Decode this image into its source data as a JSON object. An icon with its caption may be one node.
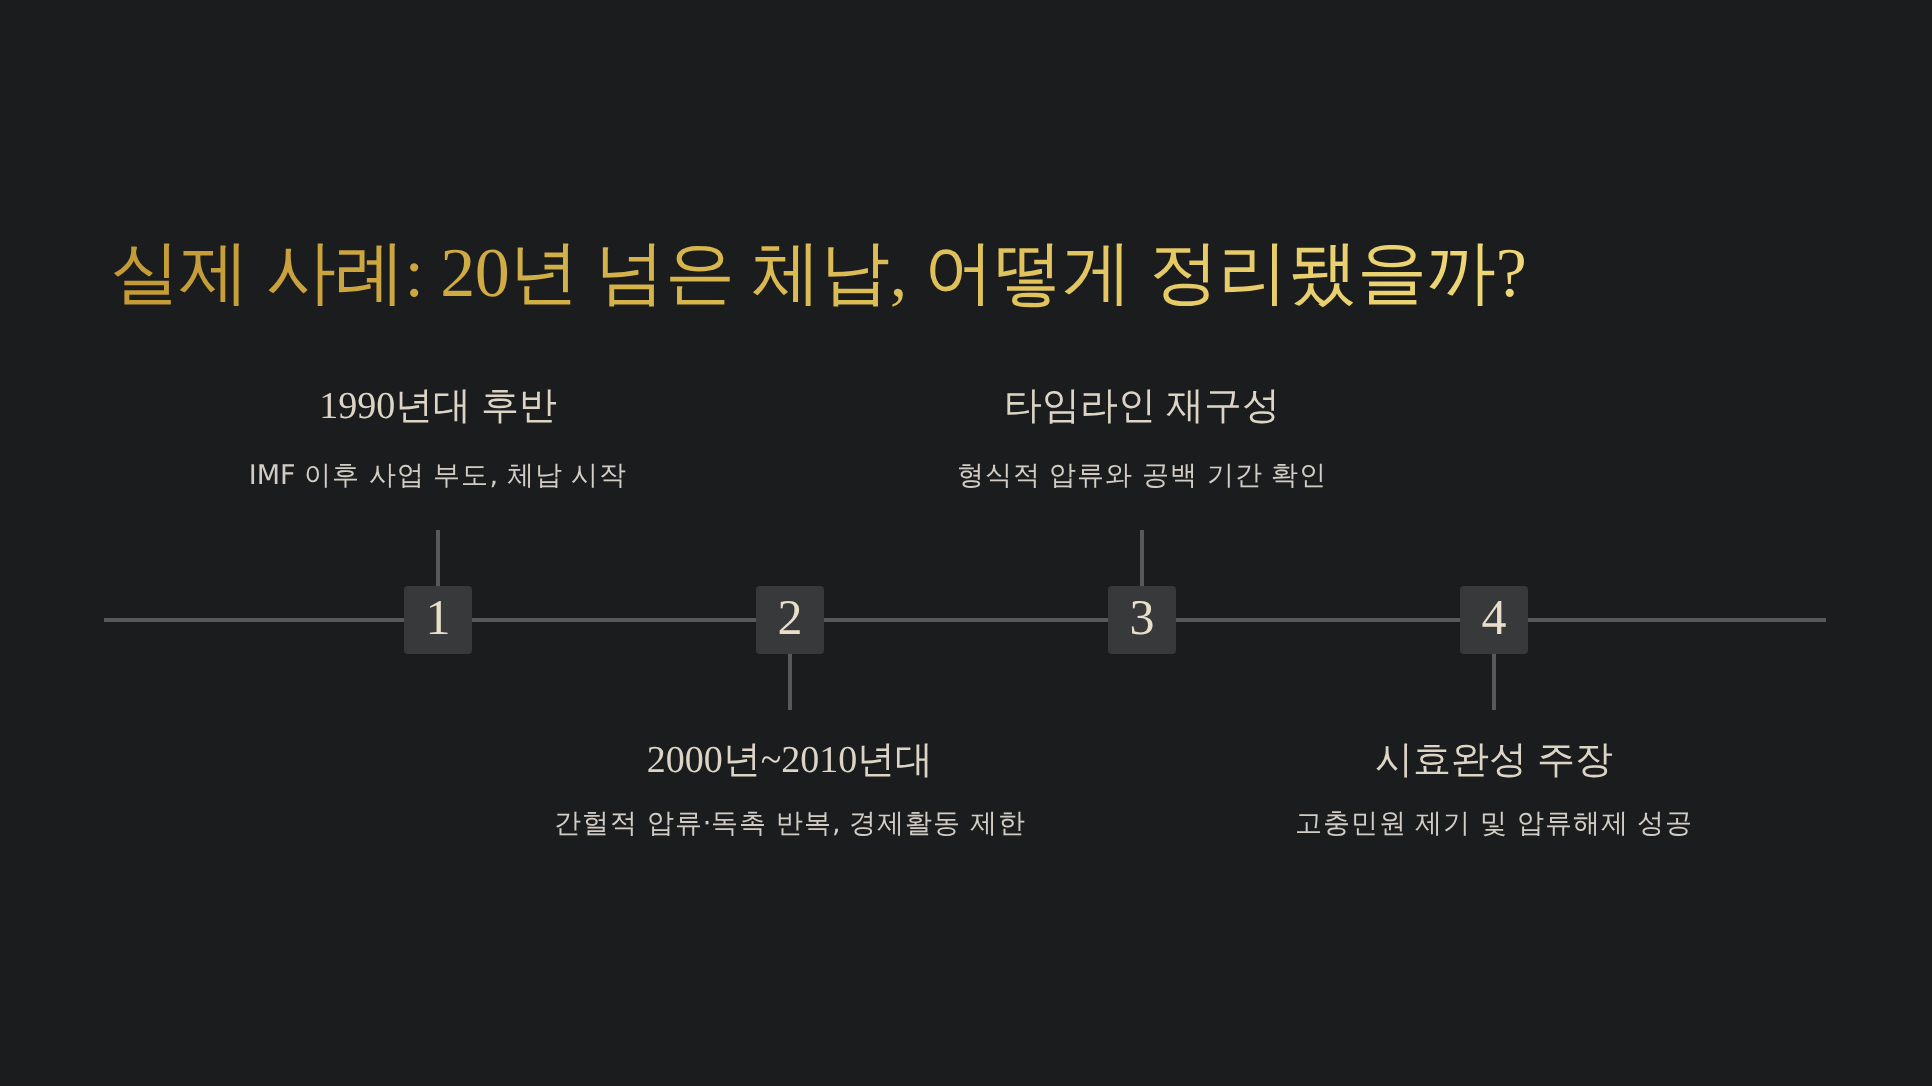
{
  "diagram": {
    "title": "실제 사례: 20년 넘은 체납, 어떻게 정리됐을까?",
    "nodes": [
      {
        "text": [
          "1"
        ]
      },
      {
        "text": [
          "2"
        ]
      },
      {
        "text": [
          "3"
        ]
      },
      {
        "text": [
          "4"
        ]
      },
      {
        "text": [
          "1990년대 후반",
          "IMF 이후 사업 부도, 체납 시작"
        ]
      },
      {
        "text": [
          "2000년~2010년대",
          "간헐적 압류·독촉 반복, 경제활동 제한"
        ]
      },
      {
        "text": [
          "타임라인 재구성",
          "형식적 압류와 공백 기간 확인"
        ]
      },
      {
        "text": [
          "시효완성 주장",
          "고충민원 제기 및 압류해제 성공"
        ]
      }
    ],
    "edges": [
      {
        "from": 0,
        "to": 4,
        "arrow": "none"
      },
      {
        "from": 1,
        "to": 5,
        "arrow": "none"
      },
      {
        "from": 2,
        "to": 6,
        "arrow": "none"
      },
      {
        "from": 3,
        "to": 7,
        "arrow": "none"
      }
    ]
  }
}
